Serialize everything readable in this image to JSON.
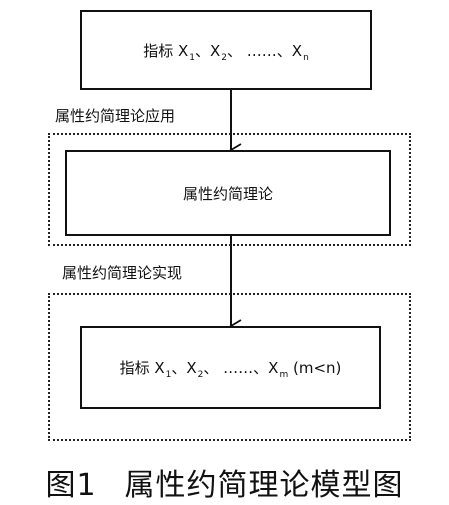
{
  "boxes": {
    "top": {
      "prefix": "指标 X",
      "items": [
        {
          "sub": "1",
          "suffix": "、X"
        },
        {
          "sub": "2",
          "suffix": "、 ……、X"
        },
        {
          "sub": "n",
          "suffix": ""
        }
      ]
    },
    "middle": {
      "text": "属性约简理论"
    },
    "bottom": {
      "prefix": "指标 X",
      "items": [
        {
          "sub": "1",
          "suffix": "、X"
        },
        {
          "sub": "2",
          "suffix": "、 ……、X"
        },
        {
          "sub": "m",
          "suffix": " (m<n)"
        }
      ]
    }
  },
  "labels": {
    "application": "属性约简理论应用",
    "realization": "属性约简理论实现"
  },
  "caption": {
    "figure_label": "图1",
    "title": "属性约简理论模型图"
  }
}
